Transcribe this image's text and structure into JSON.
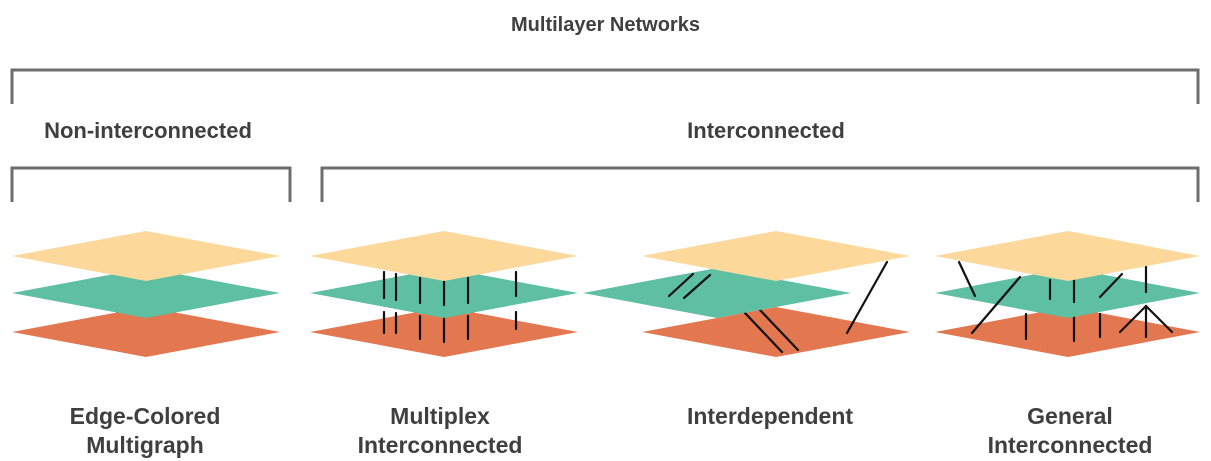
{
  "title": "Multilayer Networks",
  "groups": {
    "non_interconnected": "Non-interconnected",
    "interconnected": "Interconnected"
  },
  "captions": [
    {
      "line1": "Edge-Colored",
      "line2": "Multigraph"
    },
    {
      "line1": "Multiplex",
      "line2": "Interconnected"
    },
    {
      "line1": "Interdependent",
      "line2": ""
    },
    {
      "line1": "General",
      "line2": "Interconnected"
    }
  ],
  "colors": {
    "top_layer": "#fcd89a",
    "middle_layer": "#5ebfa3",
    "bottom_layer": "#e37850",
    "bracket": "#6d6d6d",
    "link": "#111111",
    "text": "#3f3f3f"
  }
}
